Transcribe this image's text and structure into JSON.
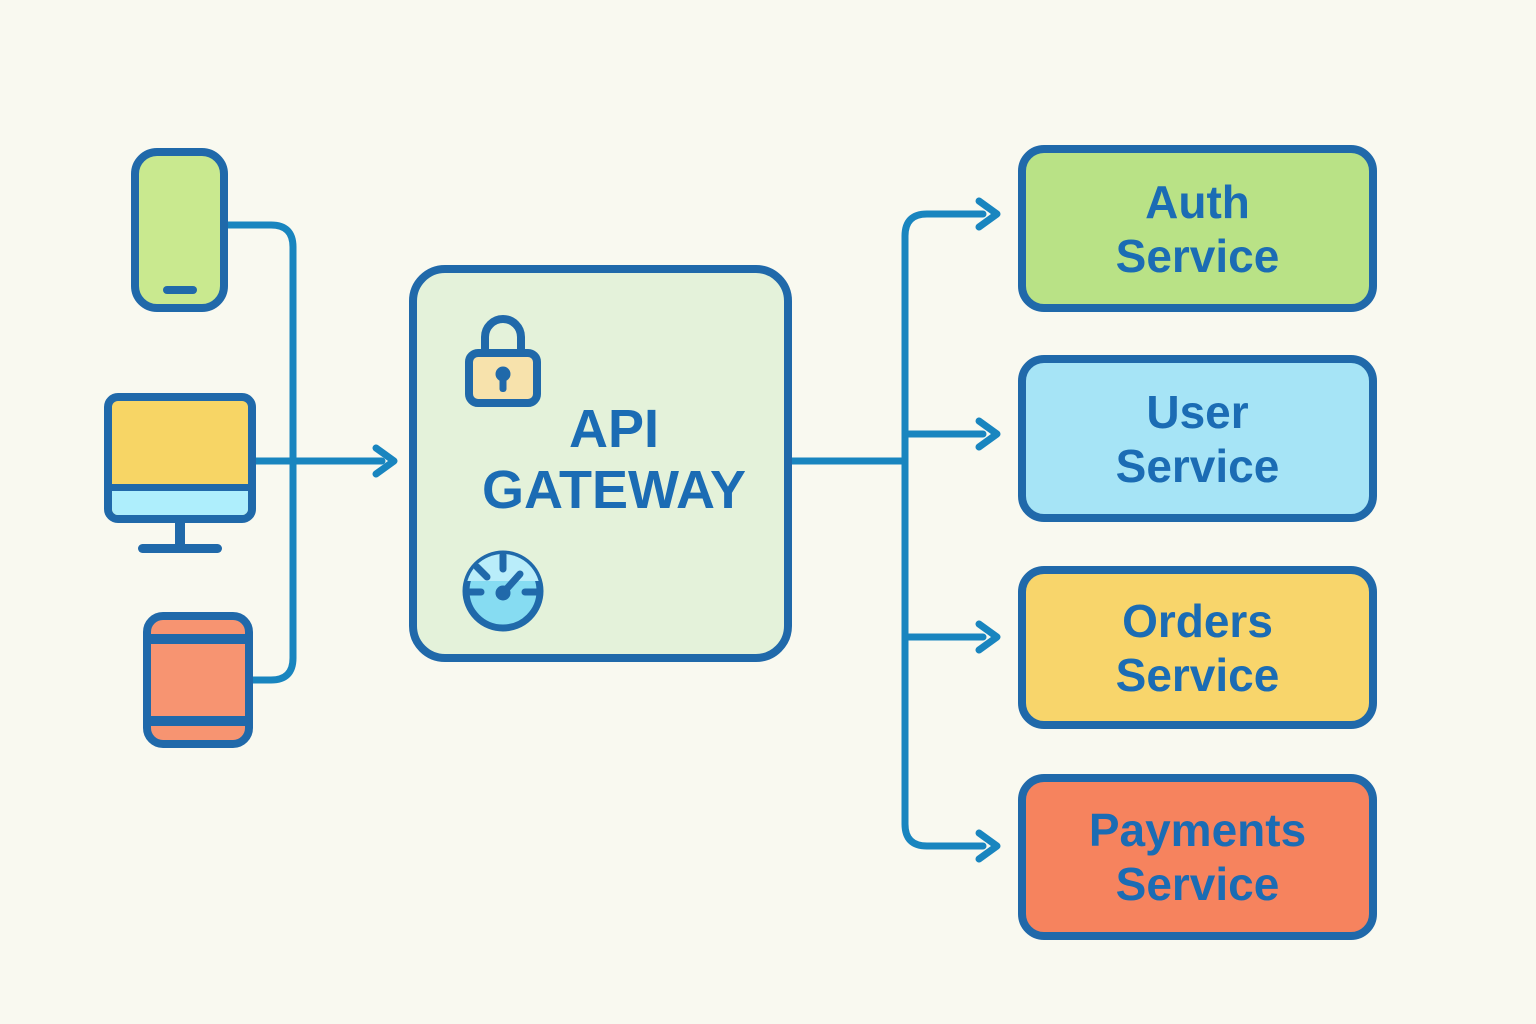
{
  "gateway": {
    "title_line1": "API",
    "title_line2": "GATEWAY",
    "icons": [
      "lock-icon",
      "speedometer-icon"
    ],
    "fill": "#e4f2da"
  },
  "clients": [
    {
      "icon": "smartphone-icon",
      "fill": "#c9e98f"
    },
    {
      "icon": "desktop-monitor-icon",
      "fill": "#f7d565",
      "screen_strip_fill": "#aeeefc"
    },
    {
      "icon": "tablet-icon",
      "fill": "#f79471"
    }
  ],
  "services": [
    {
      "line1": "Auth",
      "line2": "Service",
      "fill": "#b9e286"
    },
    {
      "line1": "User",
      "line2": "Service",
      "fill": "#a6e4f6"
    },
    {
      "line1": "Orders",
      "line2": "Service",
      "fill": "#f8d56b"
    },
    {
      "line1": "Payments",
      "line2": "Service",
      "fill": "#f6835e"
    }
  ],
  "colors": {
    "background": "#f9f9f0",
    "box_border": "#2069aa",
    "connector_line": "#1985bf",
    "label_text": "#1b6cb4",
    "lock_body_fill": "#f7e2ac",
    "gauge_fill": "#86dcf2",
    "gauge_highlight": "#b9edfa"
  }
}
